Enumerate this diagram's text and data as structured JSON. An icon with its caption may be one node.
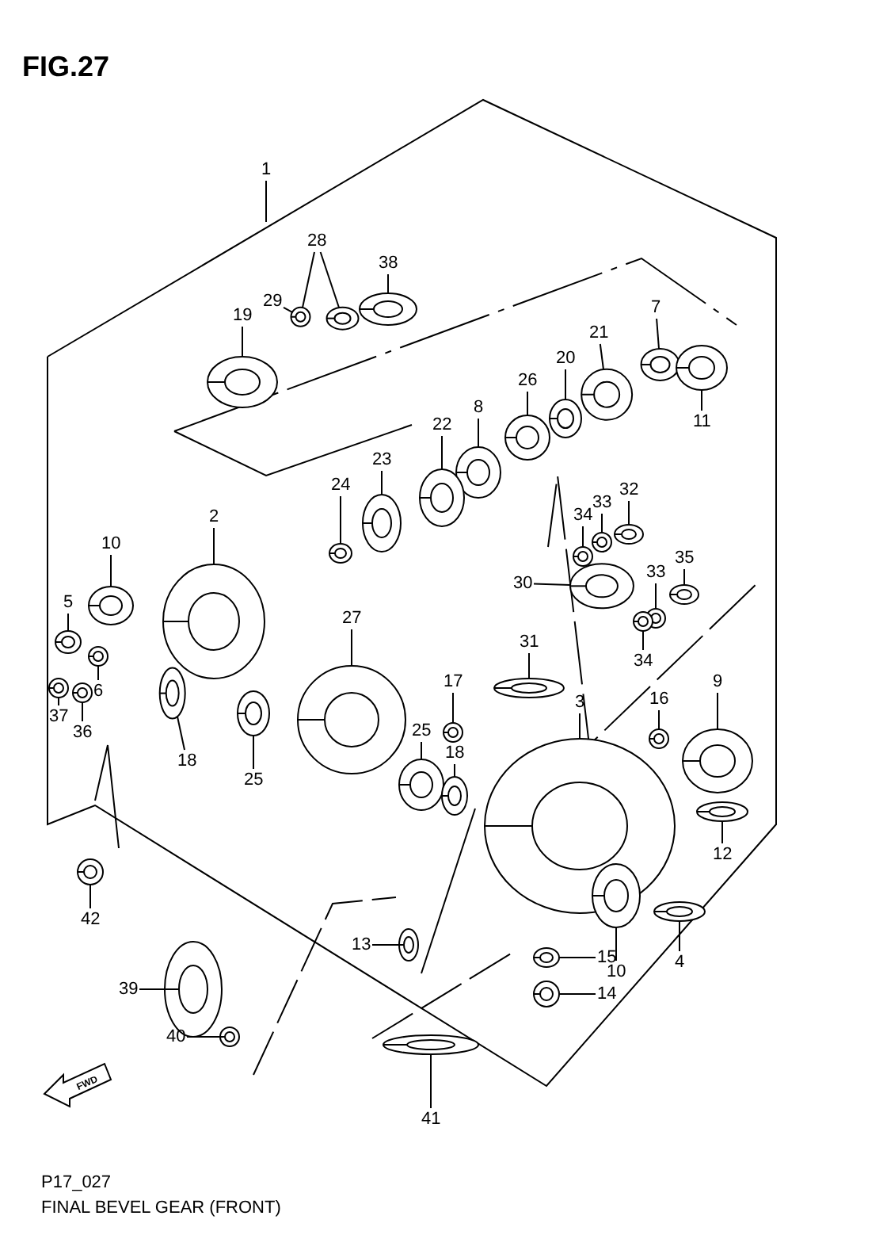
{
  "diagram": {
    "title": "FIG.27",
    "caption": "FINAL BEVEL GEAR (FRONT)",
    "nodes": [
      {
        "text": [
          "1"
        ]
      },
      {
        "text": [
          "28"
        ]
      },
      {
        "text": [
          "38"
        ]
      },
      {
        "text": [
          "29"
        ]
      },
      {
        "text": [
          "19"
        ]
      },
      {
        "text": [
          "7"
        ]
      },
      {
        "text": [
          "21"
        ]
      },
      {
        "text": [
          "20"
        ]
      },
      {
        "text": [
          "26"
        ]
      },
      {
        "text": [
          "8"
        ]
      },
      {
        "text": [
          "11"
        ]
      },
      {
        "text": [
          "22"
        ]
      },
      {
        "text": [
          "23"
        ]
      },
      {
        "text": [
          "24"
        ]
      },
      {
        "text": [
          "32"
        ]
      },
      {
        "text": [
          "33"
        ]
      },
      {
        "text": [
          "34"
        ]
      },
      {
        "text": [
          "2"
        ]
      },
      {
        "text": [
          "10"
        ]
      },
      {
        "text": [
          "35"
        ]
      },
      {
        "text": [
          "33"
        ]
      },
      {
        "text": [
          "30"
        ]
      },
      {
        "text": [
          "5"
        ]
      },
      {
        "text": [
          "27"
        ]
      },
      {
        "text": [
          "31"
        ]
      },
      {
        "text": [
          "34"
        ]
      },
      {
        "text": [
          "17"
        ]
      },
      {
        "text": [
          "9"
        ]
      },
      {
        "text": [
          "6"
        ]
      },
      {
        "text": [
          "16"
        ]
      },
      {
        "text": [
          "3"
        ]
      },
      {
        "text": [
          "37"
        ]
      },
      {
        "text": [
          "25"
        ]
      },
      {
        "text": [
          "36"
        ]
      },
      {
        "text": [
          "18"
        ]
      },
      {
        "text": [
          "18"
        ]
      },
      {
        "text": [
          "25"
        ]
      },
      {
        "text": [
          "12"
        ]
      },
      {
        "text": [
          "42"
        ]
      },
      {
        "text": [
          "13"
        ]
      },
      {
        "text": [
          "15"
        ]
      },
      {
        "text": [
          "4"
        ]
      },
      {
        "text": [
          "10"
        ]
      },
      {
        "text": [
          "39"
        ]
      },
      {
        "text": [
          "14"
        ]
      },
      {
        "text": [
          "40"
        ]
      },
      {
        "text": [
          "41"
        ]
      },
      {
        "text": [],
        "shape": "picture"
      },
      {
        "text": [],
        "shape": "picture"
      },
      {
        "text": [],
        "shape": "picture"
      },
      {
        "text": [],
        "shape": "picture"
      },
      {
        "text": [],
        "shape": "picture"
      },
      {
        "text": [],
        "shape": "picture"
      },
      {
        "text": [],
        "shape": "picture"
      },
      {
        "text": [],
        "shape": "picture"
      },
      {
        "text": [],
        "shape": "picture"
      },
      {
        "text": [],
        "shape": "picture"
      },
      {
        "text": [],
        "shape": "picture"
      },
      {
        "text": [],
        "shape": "picture"
      },
      {
        "text": [],
        "shape": "picture"
      },
      {
        "text": [],
        "shape": "picture"
      },
      {
        "text": [],
        "shape": "picture"
      },
      {
        "text": [],
        "shape": "picture"
      },
      {
        "text": [],
        "shape": "picture"
      },
      {
        "text": [],
        "shape": "picture"
      },
      {
        "text": [],
        "shape": "picture"
      },
      {
        "text": [],
        "shape": "picture"
      },
      {
        "text": [],
        "shape": "picture"
      },
      {
        "text": [],
        "shape": "picture"
      },
      {
        "text": [],
        "shape": "picture"
      },
      {
        "text": [],
        "shape": "picture"
      },
      {
        "text": [],
        "shape": "picture"
      },
      {
        "text": [],
        "shape": "picture"
      },
      {
        "text": [],
        "shape": "picture"
      },
      {
        "text": [],
        "shape": "picture"
      },
      {
        "text": [],
        "shape": "picture"
      },
      {
        "text": [],
        "shape": "picture"
      },
      {
        "text": [],
        "shape": "picture"
      },
      {
        "text": [],
        "shape": "picture"
      },
      {
        "text": [],
        "shape": "picture"
      },
      {
        "text": [],
        "shape": "picture"
      },
      {
        "text": [],
        "shape": "picture"
      },
      {
        "text": [],
        "shape": "picture"
      },
      {
        "text": [],
        "shape": "picture"
      },
      {
        "text": [],
        "shape": "picture"
      },
      {
        "text": [],
        "shape": "picture"
      },
      {
        "text": [],
        "shape": "picture"
      },
      {
        "text": [],
        "shape": "picture"
      },
      {
        "text": [],
        "shape": "picture"
      },
      {
        "text": [],
        "shape": "picture"
      },
      {
        "text": [],
        "shape": "picture"
      },
      {
        "text": [],
        "shape": "picture"
      },
      {
        "text": [],
        "shape": "picture"
      }
    ],
    "edges": [
      {
        "from": 0,
        "to": null,
        "arrow": "none"
      },
      {
        "from": 1,
        "to": 47,
        "arrow": "none"
      },
      {
        "from": 1,
        "to": 48,
        "arrow": "none"
      },
      {
        "from": 2,
        "to": 49,
        "arrow": "none"
      },
      {
        "from": 3,
        "to": 47,
        "arrow": "none"
      },
      {
        "from": 4,
        "to": 50,
        "arrow": "none"
      },
      {
        "from": 5,
        "to": 51,
        "arrow": "none"
      },
      {
        "from": 6,
        "to": 52,
        "arrow": "none"
      },
      {
        "from": 7,
        "to": 53,
        "arrow": "none"
      },
      {
        "from": 8,
        "to": 54,
        "arrow": "none"
      },
      {
        "from": 9,
        "to": 55,
        "arrow": "none"
      },
      {
        "from": 10,
        "to": 56,
        "arrow": "none"
      },
      {
        "from": 11,
        "to": 57,
        "arrow": "none"
      },
      {
        "from": 12,
        "to": 58,
        "arrow": "none"
      },
      {
        "from": 13,
        "to": 59,
        "arrow": "none"
      },
      {
        "from": 14,
        "to": 60,
        "arrow": "none"
      },
      {
        "from": 15,
        "to": 61,
        "arrow": "none"
      },
      {
        "from": 16,
        "to": 62,
        "arrow": "none"
      },
      {
        "from": 17,
        "to": 63,
        "arrow": "none"
      },
      {
        "from": 18,
        "to": 64,
        "arrow": "none"
      },
      {
        "from": 19,
        "to": 65,
        "arrow": "none"
      },
      {
        "from": 20,
        "to": 66,
        "arrow": "none"
      },
      {
        "from": 21,
        "to": 67,
        "arrow": "none"
      },
      {
        "from": 22,
        "to": 68,
        "arrow": "none"
      },
      {
        "from": 23,
        "to": 69,
        "arrow": "none"
      },
      {
        "from": 24,
        "to": 70,
        "arrow": "none"
      },
      {
        "from": 25,
        "to": 71,
        "arrow": "none"
      },
      {
        "from": 26,
        "to": 72,
        "arrow": "none"
      },
      {
        "from": 27,
        "to": 73,
        "arrow": "none"
      },
      {
        "from": 28,
        "to": 74,
        "arrow": "none"
      },
      {
        "from": 29,
        "to": 75,
        "arrow": "none"
      },
      {
        "from": 30,
        "to": 76,
        "arrow": "none"
      },
      {
        "from": 31,
        "to": 77,
        "arrow": "none"
      },
      {
        "from": 32,
        "to": 78,
        "arrow": "none"
      },
      {
        "from": 33,
        "to": 79,
        "arrow": "none"
      },
      {
        "from": 34,
        "to": 80,
        "arrow": "none"
      },
      {
        "from": 35,
        "to": 81,
        "arrow": "none"
      },
      {
        "from": 36,
        "to": 82,
        "arrow": "none"
      },
      {
        "from": 37,
        "to": 83,
        "arrow": "none"
      },
      {
        "from": 38,
        "to": 84,
        "arrow": "none"
      },
      {
        "from": 39,
        "to": 85,
        "arrow": "none"
      },
      {
        "from": 40,
        "to": 86,
        "arrow": "none"
      },
      {
        "from": 41,
        "to": 87,
        "arrow": "none"
      },
      {
        "from": 42,
        "to": 88,
        "arrow": "none"
      },
      {
        "from": 43,
        "to": 89,
        "arrow": "none"
      },
      {
        "from": 44,
        "to": 90,
        "arrow": "none"
      },
      {
        "from": 45,
        "to": 91,
        "arrow": "none"
      },
      {
        "from": 46,
        "to": 92,
        "arrow": "none"
      }
    ],
    "labels": [
      "FWD",
      "P17_027"
    ]
  }
}
